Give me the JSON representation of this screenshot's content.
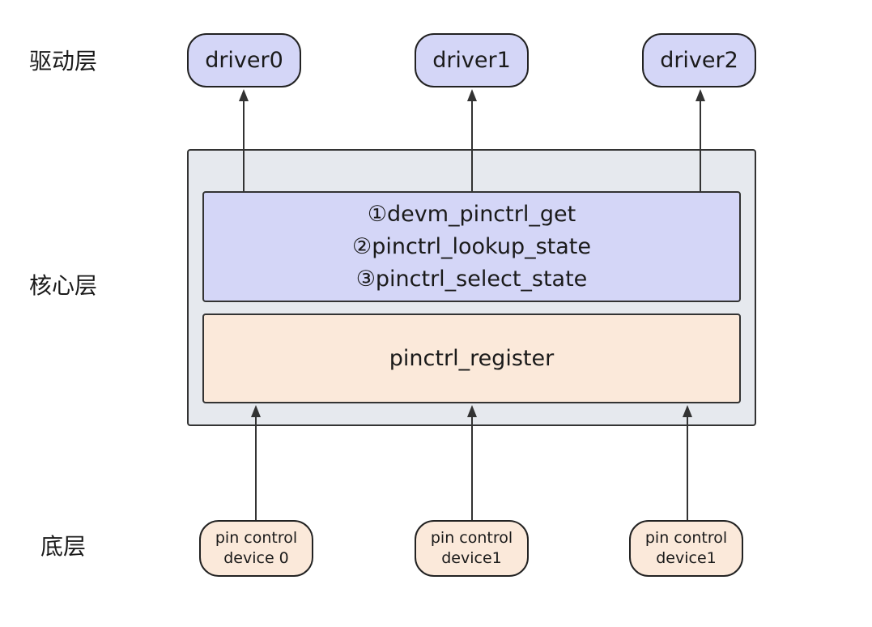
{
  "layers": {
    "driver_label": "驱动层",
    "core_label": "核心层",
    "bottom_label": "底层"
  },
  "drivers": [
    "driver0",
    "driver1",
    "driver2"
  ],
  "core": {
    "api_lines": [
      "①devm_pinctrl_get",
      "②pinctrl_lookup_state",
      "③pinctrl_select_state"
    ],
    "register_label": "pinctrl_register"
  },
  "devices": [
    {
      "line1": "pin control",
      "line2": "device 0"
    },
    {
      "line1": "pin control",
      "line2": "device1"
    },
    {
      "line1": "pin control",
      "line2": "device1"
    }
  ],
  "colors": {
    "driver_fill": "#d4d6f7",
    "api_fill": "#d4d6f7",
    "core_fill": "#e6e9ee",
    "register_fill": "#fbe9da",
    "device_fill": "#fbe9da",
    "stroke": "#333333"
  }
}
